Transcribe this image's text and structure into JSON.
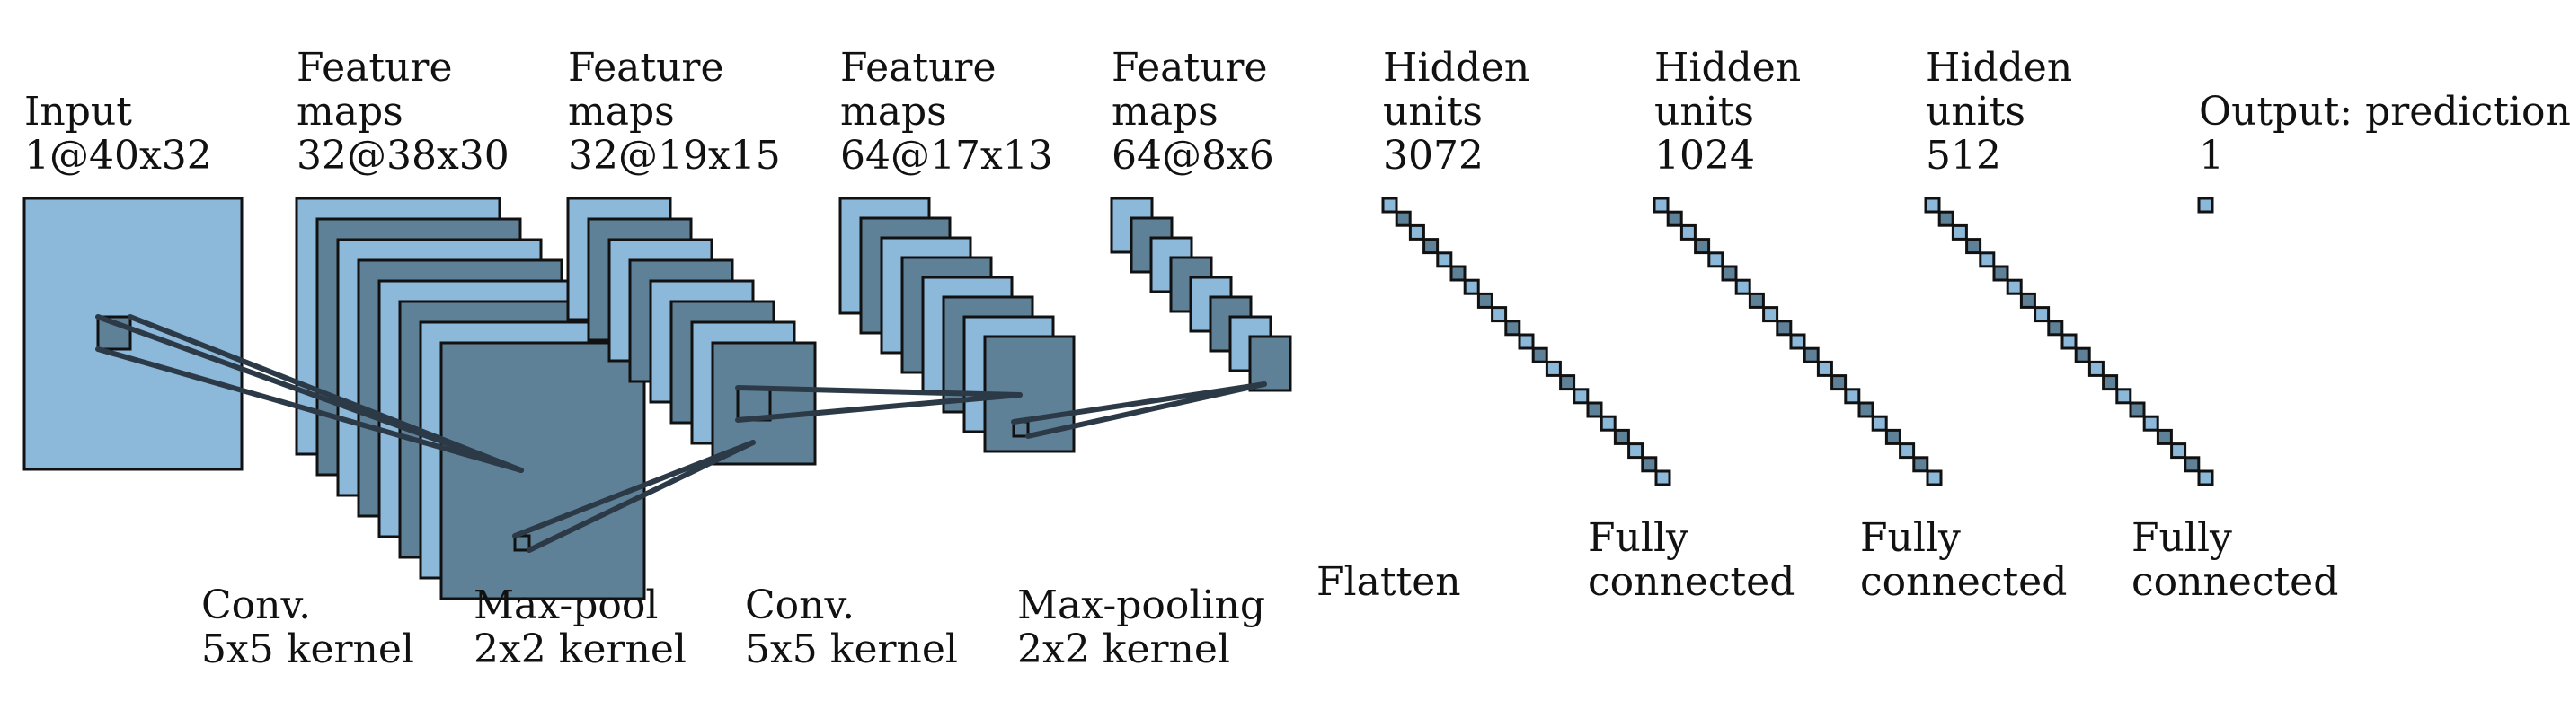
{
  "colors": {
    "light": "#8cb8da",
    "dark": "#5f8198",
    "stroke": "#111111",
    "connector": "#2c3a47"
  },
  "layers": [
    {
      "id": "input",
      "label_lines": [
        "Input",
        "1@40x32"
      ]
    },
    {
      "id": "fm1",
      "label_lines": [
        "Feature",
        "maps",
        "32@38x30"
      ]
    },
    {
      "id": "fm2",
      "label_lines": [
        "Feature",
        "maps",
        "32@19x15"
      ]
    },
    {
      "id": "fm3",
      "label_lines": [
        "Feature",
        "maps",
        "64@17x13"
      ]
    },
    {
      "id": "fm4",
      "label_lines": [
        "Feature",
        "maps",
        "64@8x6"
      ]
    },
    {
      "id": "hidden1",
      "label_lines": [
        "Hidden",
        "units",
        "3072"
      ]
    },
    {
      "id": "hidden2",
      "label_lines": [
        "Hidden",
        "units",
        "1024"
      ]
    },
    {
      "id": "hidden3",
      "label_lines": [
        "Hidden",
        "units",
        "512"
      ]
    },
    {
      "id": "output",
      "label_lines": [
        "Output: prediction",
        "1"
      ]
    }
  ],
  "operations": [
    {
      "id": "conv1",
      "label_lines": [
        "Conv.",
        "5x5 kernel"
      ]
    },
    {
      "id": "pool1",
      "label_lines": [
        "Max-pool",
        "2x2 kernel"
      ]
    },
    {
      "id": "conv2",
      "label_lines": [
        "Conv.",
        "5x5 kernel"
      ]
    },
    {
      "id": "pool2",
      "label_lines": [
        "Max-pooling",
        "2x2 kernel"
      ]
    },
    {
      "id": "flatten",
      "label_lines": [
        "Flatten"
      ]
    },
    {
      "id": "fc1",
      "label_lines": [
        "Fully",
        "connected"
      ]
    },
    {
      "id": "fc2",
      "label_lines": [
        "Fully",
        "connected"
      ]
    },
    {
      "id": "fc3",
      "label_lines": [
        "Fully",
        "connected"
      ]
    }
  ]
}
